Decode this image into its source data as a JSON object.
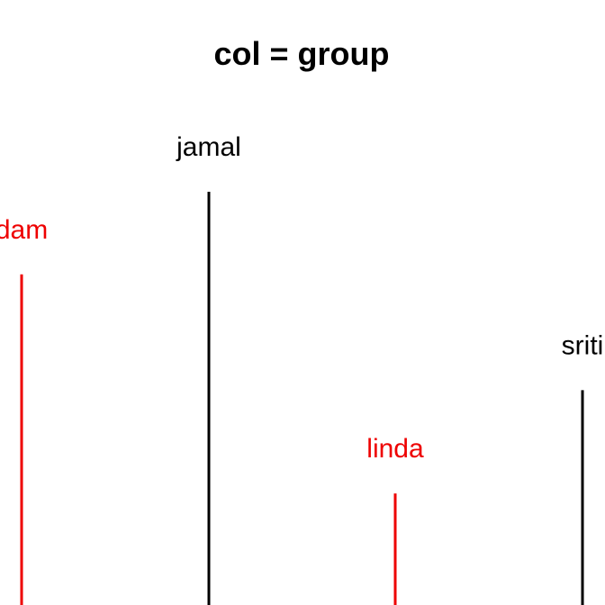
{
  "chart_data": {
    "type": "dendrogram",
    "title": "col = group",
    "colors": {
      "group_1": "#ee0000",
      "group_2": "#000000"
    },
    "leaves": [
      {
        "label": "adam",
        "display_label": "dam",
        "height": 0.8,
        "group": "group_1"
      },
      {
        "label": "jamal",
        "display_label": "jamal",
        "height": 1.0,
        "group": "group_2"
      },
      {
        "label": "linda",
        "display_label": "linda",
        "height": 0.27,
        "group": "group_1"
      },
      {
        "label": "sriti",
        "display_label": "sriti",
        "height": 0.52,
        "group": "group_2"
      }
    ]
  }
}
